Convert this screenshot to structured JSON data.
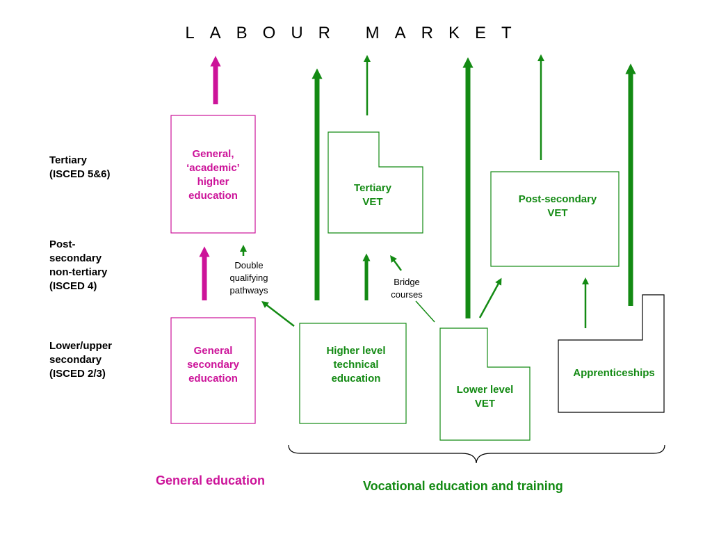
{
  "title": "LABOUR MARKET",
  "levels": {
    "tertiary": "Tertiary\n(ISCED 5&6)",
    "post_secondary": "Post-\nsecondary\nnon-tertiary\n(ISCED 4)",
    "lower_upper": "Lower/upper\nsecondary\n(ISCED 2/3)"
  },
  "boxes": {
    "general_higher": "General,\n‘academic’\nhigher\neducation",
    "general_secondary": "General\nsecondary\neducation",
    "higher_technical": "Higher level\ntechnical\neducation",
    "tertiary_vet": "Tertiary\nVET",
    "lower_vet": "Lower level\nVET",
    "post_secondary_vet": "Post-secondary\nVET",
    "apprenticeships": "Apprenticeships"
  },
  "notes": {
    "double_qualifying": "Double\nqualifying\npathways",
    "bridge_courses": "Bridge\ncourses"
  },
  "bottom": {
    "general": "General education",
    "vocational": "Vocational education and training"
  },
  "colors": {
    "general": "#cc1399",
    "vocational": "#138a13",
    "apprenticeship_border": "#000000"
  }
}
